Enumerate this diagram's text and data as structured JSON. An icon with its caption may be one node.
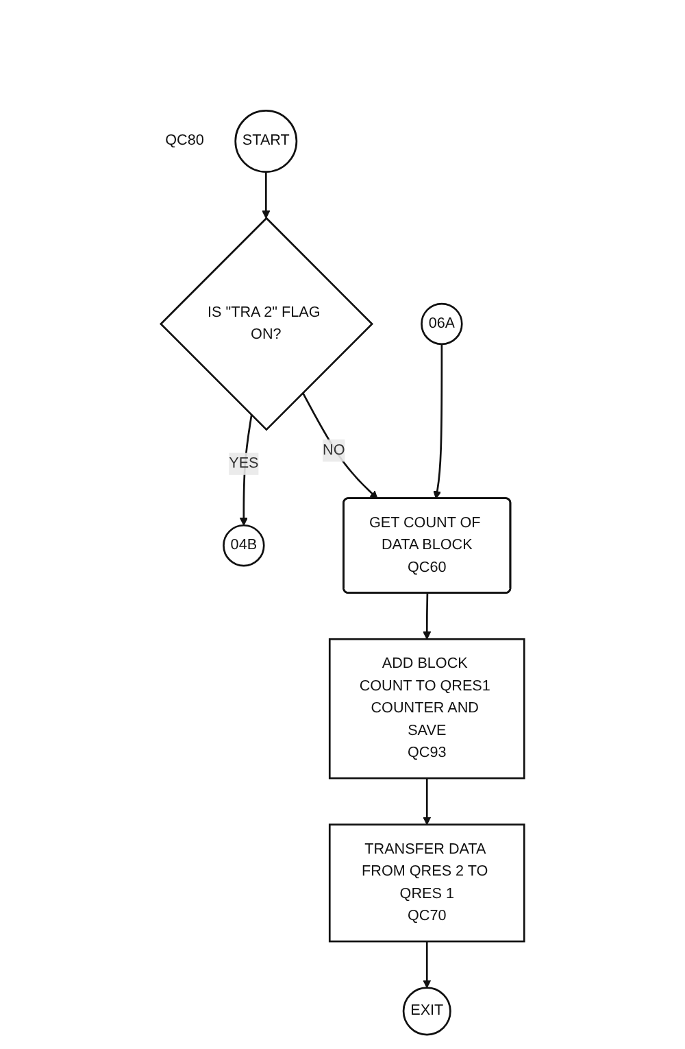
{
  "diagram": {
    "nodes": [
      {
        "text": [
          "START"
        ],
        "beside": [
          "QC80"
        ]
      },
      {
        "text": [
          "IS \"TRA 2\" FLAG ON?"
        ]
      },
      {
        "text": [
          "04B"
        ]
      },
      {
        "text": [
          "06A"
        ]
      },
      {
        "text": [
          "GET COUNT OF DATA BLOCK",
          "QC60"
        ]
      },
      {
        "text": [
          "ADD BLOCK COUNT TO QRES1 COUNTER AND SAVE",
          "QC93"
        ]
      },
      {
        "text": [
          "TRANSFER DATA FROM QRES 2 TO QRES 1",
          "QC70"
        ]
      },
      {
        "text": [
          "EXIT"
        ]
      }
    ],
    "edges": [
      {
        "from": 0,
        "to": 1,
        "arrow": "to"
      },
      {
        "from": 1,
        "to": 2,
        "arrow": "to",
        "label": "YES"
      },
      {
        "from": 1,
        "to": 4,
        "arrow": "to",
        "label": "NO"
      },
      {
        "from": 3,
        "to": 4,
        "arrow": "to"
      },
      {
        "from": 4,
        "to": 5,
        "arrow": "to"
      },
      {
        "from": 5,
        "to": 6,
        "arrow": "to"
      },
      {
        "from": 6,
        "to": 7,
        "arrow": "to"
      }
    ]
  }
}
